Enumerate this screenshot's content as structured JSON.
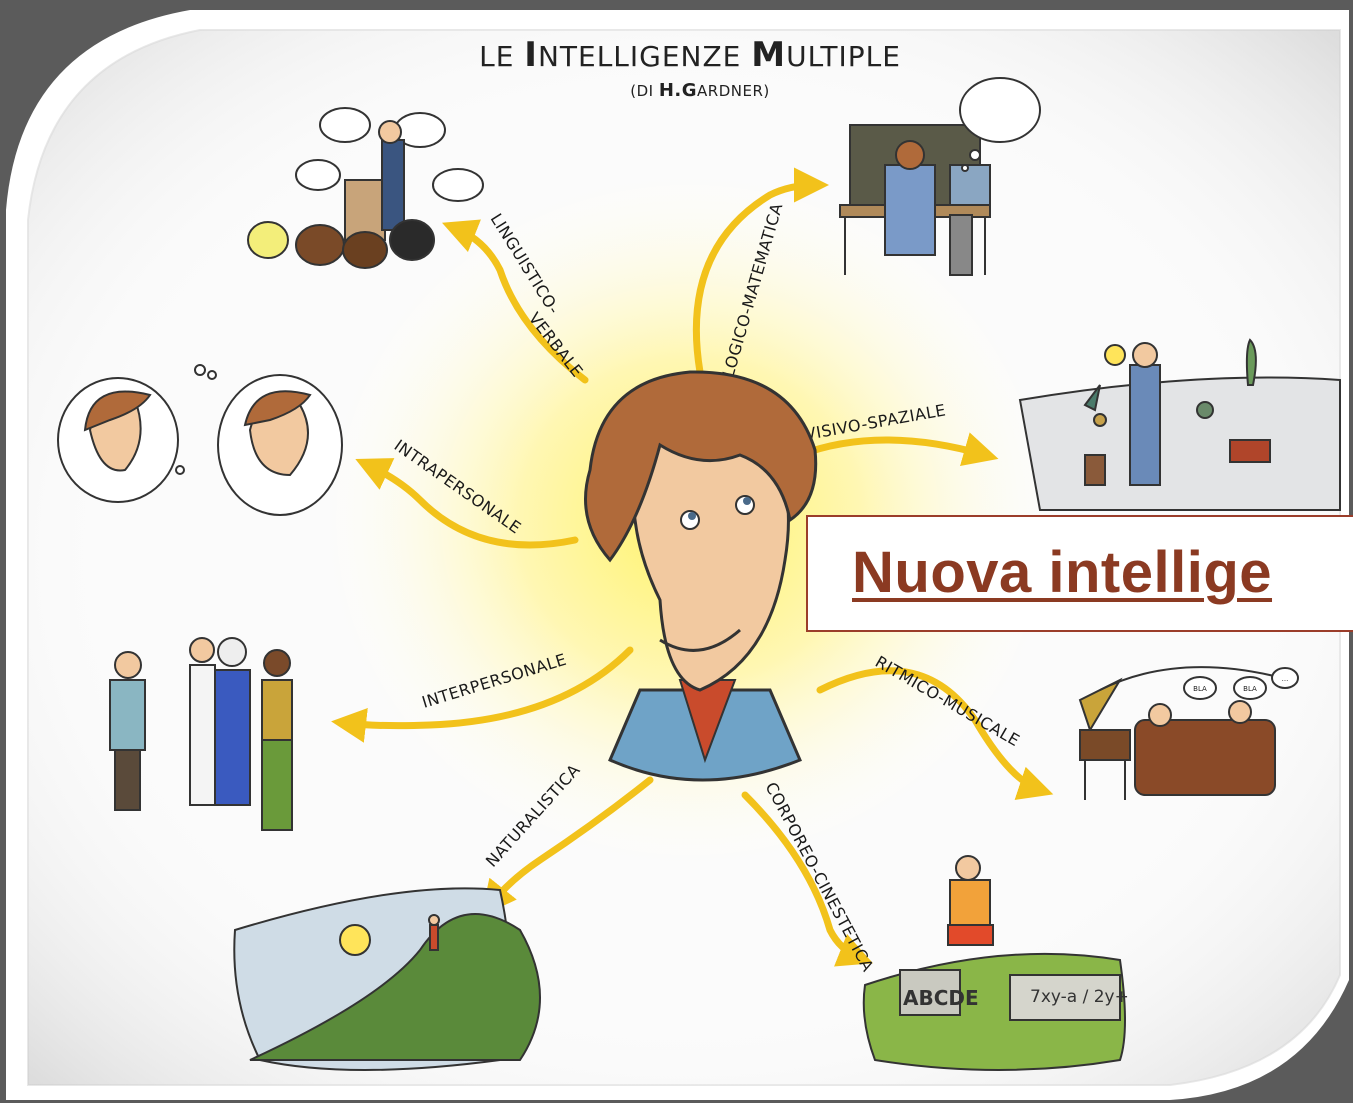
{
  "title": {
    "line1_a": "LE ",
    "line1_b": "I",
    "line1_c": "NTELLIGENZE ",
    "line1_d": "M",
    "line1_e": "ULTIPLE",
    "line2_a": "(DI ",
    "line2_b": "H.G",
    "line2_c": "ARDNER)"
  },
  "labels": {
    "linguistico": "LINGUISTICO-",
    "verbale": "VERBALE",
    "logico": "LOGICO-MATEMATICA",
    "visivo": "VISIVO-SPAZIALE",
    "intrapersonale": "INTRAPERSONALE",
    "interpersonale": "INTERPERSONALE",
    "ritmico": "RITMICO-MUSICALE",
    "naturalistica": "NATURALISTICA",
    "corporeo": "CORPOREO-CINESTETICA"
  },
  "speech_bubbles": [
    "BLA",
    "BLA",
    "..."
  ],
  "blackboard_formula": "7xy-a / 2y+",
  "stone_letters": "ABCDE",
  "overlay_text": "Nuova intellige",
  "colors": {
    "arrow": "#f2c21b",
    "glow": "#fff36a",
    "overlay_text": "#8b3a22",
    "overlay_border": "#9b3d2a"
  }
}
